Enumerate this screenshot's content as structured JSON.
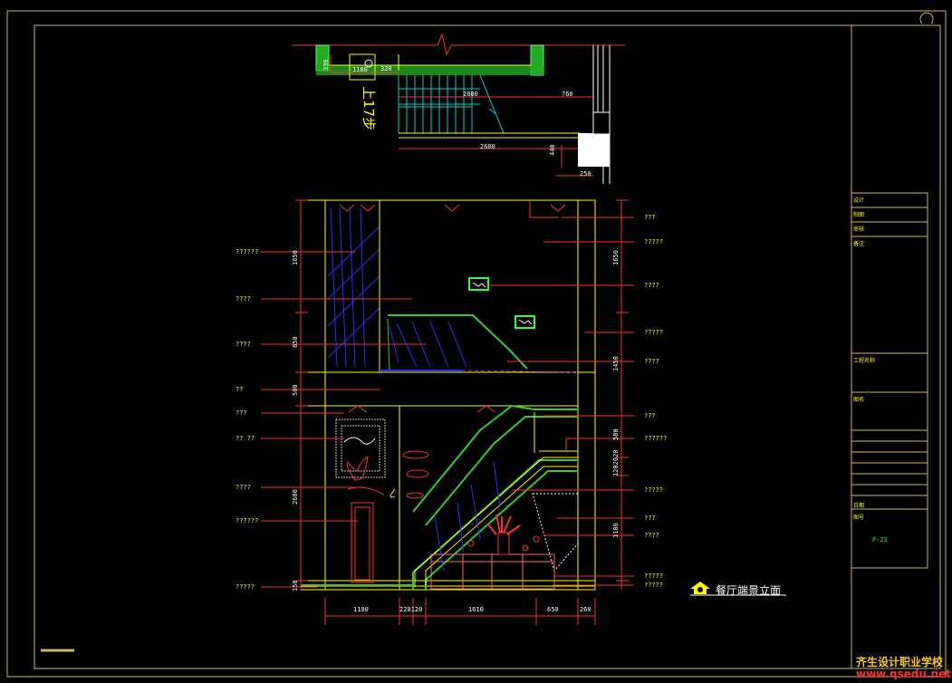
{
  "drawing": {
    "title": "餐厅端景立面",
    "stair_label": "上17步",
    "sheet_number": "P-23"
  },
  "plan_dims": {
    "d1100": "1100",
    "d320": "320",
    "d330": "330",
    "d2080": "2080",
    "d760": "760",
    "d2600": "2600",
    "d440": "440",
    "d250": "250"
  },
  "left_vdims": {
    "a": "1650",
    "b": "850",
    "c": "500",
    "d": "2600",
    "e": "150"
  },
  "right_vdims": {
    "a": "1650",
    "b": "1450",
    "c": "580",
    "d": "1202020",
    "e": "1100"
  },
  "bottom_dims": {
    "a": "1100",
    "b": "220120",
    "c": "1610",
    "d": "650",
    "e": "260"
  },
  "left_labels": [
    "??????",
    "????",
    "????",
    "??",
    "???",
    "?? ??",
    "????",
    "??????",
    "?????"
  ],
  "right_labels": [
    "???",
    "?????",
    "????",
    "?????",
    "????",
    "???",
    "??????",
    "?????",
    "???",
    "????",
    "?????",
    "?????"
  ],
  "title_block": {
    "rows": [
      "设计",
      "制图",
      "审核",
      "备注"
    ],
    "project": "工程名称",
    "drawing_name": "图名",
    "date": "日期",
    "sheet": "图号"
  },
  "watermark": {
    "line1": "齐生设计职业学校",
    "line2": "www.qsedu.net"
  }
}
